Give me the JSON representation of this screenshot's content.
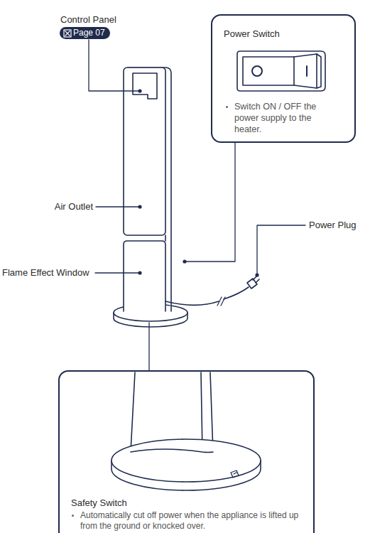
{
  "diagram": {
    "nodes": [
      {
        "text": [
          "Page 07"
        ]
      },
      {
        "text": [
          "Power Switch",
          "Switch ON / OFF the power supply to the heater."
        ]
      },
      {
        "text": [
          "Safety Switch",
          "Automatically cut off power when the appliance is lifted up from the ground or knocked over."
        ]
      }
    ],
    "labels": [
      "Control Panel",
      "Air Outlet",
      "Flame Effect Window",
      "Power Plug"
    ]
  }
}
